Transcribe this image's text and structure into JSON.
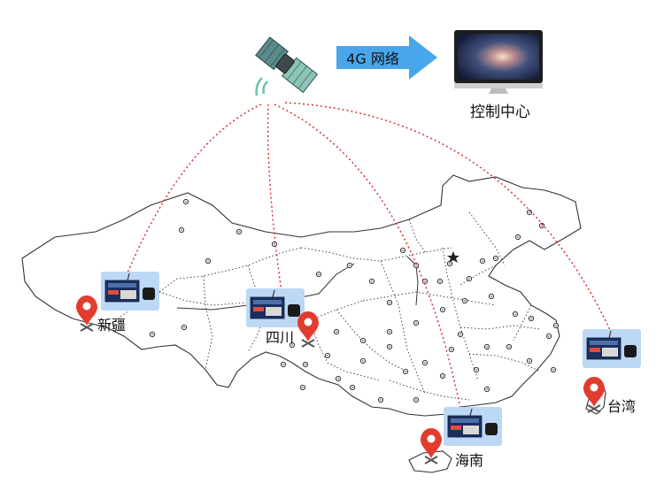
{
  "network": {
    "label": "4G 网络"
  },
  "control_center": {
    "label": "控制中心"
  },
  "regions": [
    {
      "id": "xinjiang",
      "label": "新疆"
    },
    {
      "id": "sichuan",
      "label": "四川"
    },
    {
      "id": "hainan",
      "label": "海南"
    },
    {
      "id": "taiwan",
      "label": "台湾"
    }
  ],
  "icons": {
    "satellite": "satellite-icon",
    "monitor": "monitor-icon",
    "pin": "map-pin-icon",
    "device": "gps-tracker-device-icon",
    "capital": "capital-star-icon"
  },
  "colors": {
    "arrow": "#4aa6ea",
    "link": "#d9262c",
    "pin": "#e23c2f",
    "pin_base": "#555555",
    "device_bg": "#bcd8f5",
    "map_line": "#333333"
  }
}
